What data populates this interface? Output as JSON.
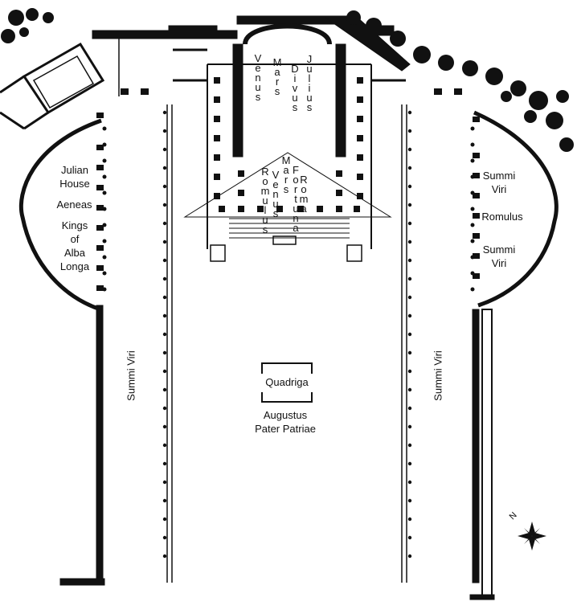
{
  "exedra_left": {
    "julian_house": "Julian\nHouse",
    "aeneas": "Aeneas",
    "kings_of_alba_longa": "Kings\nof\nAlba\nLonga"
  },
  "exedra_right": {
    "summi_viri_top": "Summi\nViri",
    "romulus": "Romulus",
    "summi_viri_bottom": "Summi\nViri"
  },
  "temple_cella": {
    "venus": "Venus",
    "mars": "Mars",
    "divus": "Divus",
    "julius": "Julius"
  },
  "pediment": {
    "romulus": "Romulus",
    "venus": "Venus",
    "mars": "Mars",
    "fortuna": "Fortuna",
    "roma": "Roma"
  },
  "portico": {
    "left_label": "Summi Viri",
    "right_label": "Summi Viri"
  },
  "forum_center": {
    "quadriga": "Quadriga",
    "statue_caption": "Augustus\nPater Patriae"
  },
  "compass": {
    "north_letter": "N"
  }
}
